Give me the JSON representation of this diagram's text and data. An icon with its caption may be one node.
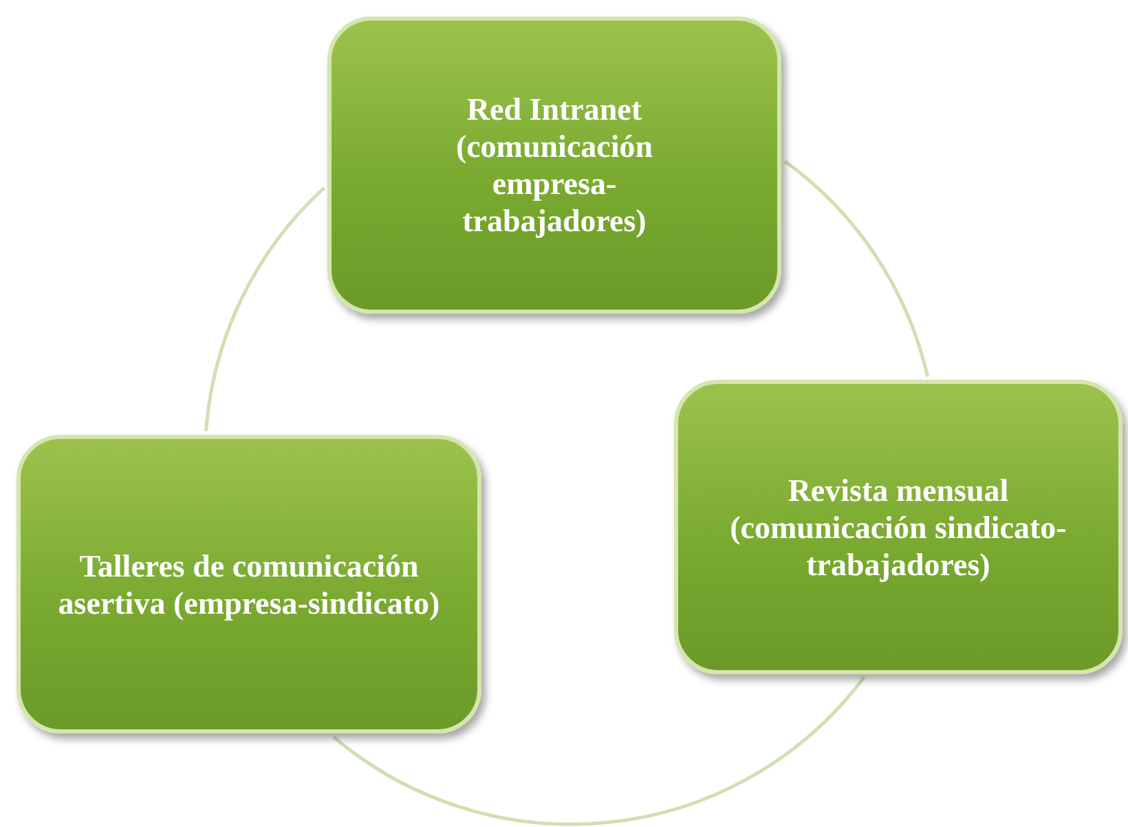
{
  "diagram": {
    "nodes": [
      {
        "text": [
          "Red Intranet (comunicación empresa-trabajadores)"
        ]
      },
      {
        "text": [
          "Revista mensual (comunicación sindicato-trabajadores)"
        ]
      },
      {
        "text": [
          "Talleres de comunicación asertiva (empresa-sindicato)"
        ]
      }
    ],
    "edges": [
      {
        "from": 0,
        "to": 1,
        "arrow": "none"
      },
      {
        "from": 1,
        "to": 2,
        "arrow": "none"
      },
      {
        "from": 2,
        "to": 0,
        "arrow": "none"
      }
    ]
  }
}
